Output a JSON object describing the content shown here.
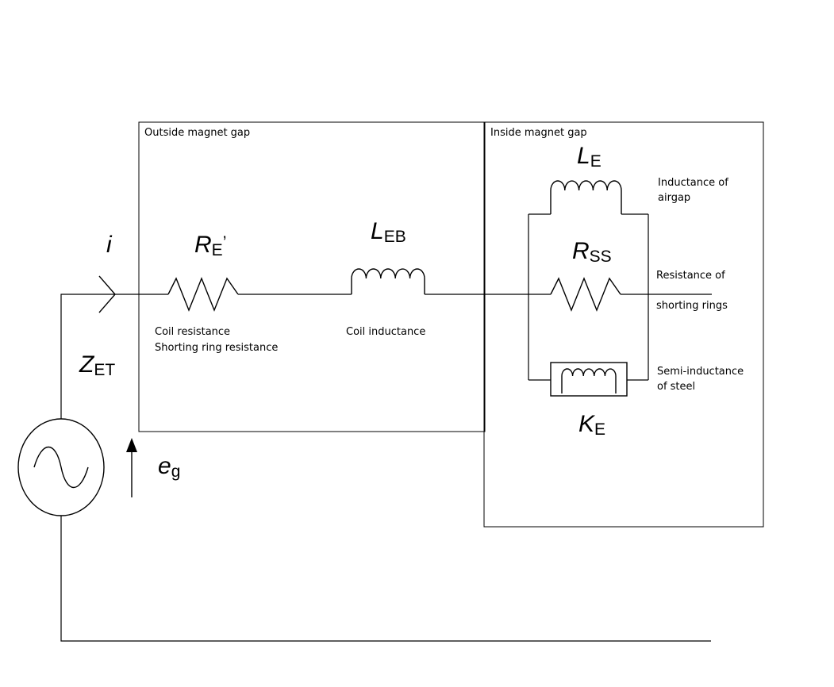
{
  "boxes": {
    "outside_title": "Outside magnet gap",
    "inside_title": "Inside magnet gap"
  },
  "symbols": {
    "current": "i",
    "re_main": "R",
    "re_sub": "E",
    "re_prime": "’",
    "leb_main": "L",
    "leb_sub": "EB",
    "le_main": "L",
    "le_sub": "E",
    "rss_main": "R",
    "rss_sub": "SS",
    "ke_main": "K",
    "ke_sub": "E",
    "zet_main": "Z",
    "zet_sub": "ET",
    "eg_main": "e",
    "eg_sub": "g"
  },
  "labels": {
    "coil_resistance": "Coil resistance",
    "shorting_ring_resistance": "Shorting ring resistance",
    "coil_inductance": "Coil inductance",
    "inductance_of": "Inductance of",
    "airgap": "airgap",
    "resistance_of": "Resistance of",
    "shorting_rings": "shorting rings",
    "semi_inductance": "Semi-inductance",
    "of_steel": "of steel"
  }
}
